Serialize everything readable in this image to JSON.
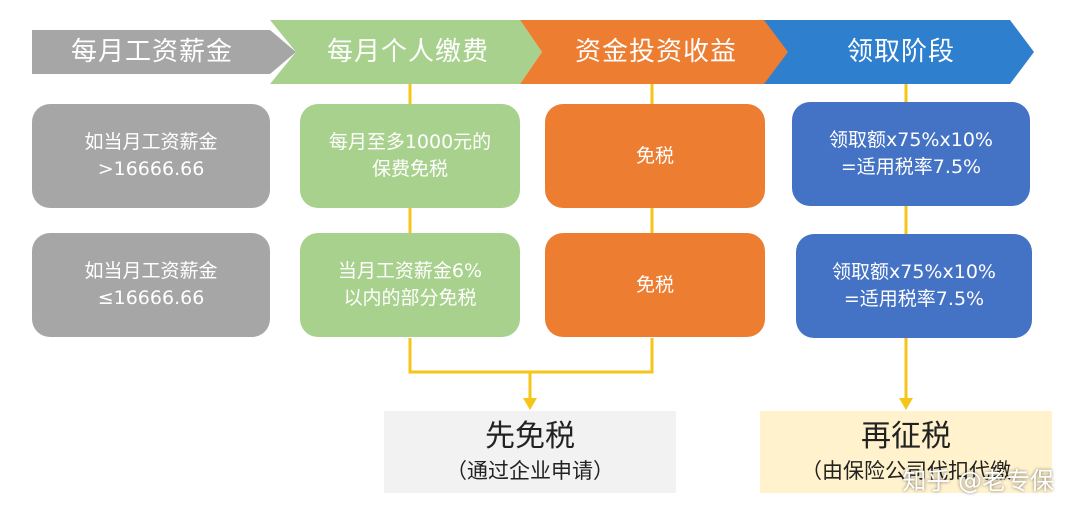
{
  "stages": [
    {
      "label": "每月工资薪金",
      "color": "#a6a6a6"
    },
    {
      "label": "每月个人缴费",
      "color": "#a9d18e"
    },
    {
      "label": "资金投资收益",
      "color": "#ed7d31"
    },
    {
      "label": "领取阶段",
      "color": "#2f7fcf"
    }
  ],
  "rows": [
    {
      "salary": {
        "line1": "如当月工资薪金",
        "line2": ">16666.66"
      },
      "contribution": {
        "line1": "每月至多1000元的",
        "line2": "保费免税"
      },
      "investment": {
        "line1": "免税"
      },
      "withdrawal": {
        "line1": "领取额x75%x10%",
        "line2": "=适用税率7.5%"
      }
    },
    {
      "salary": {
        "line1": "如当月工资薪金",
        "line2": "≤16666.66"
      },
      "contribution": {
        "line1": "当月工资薪金6%",
        "line2": "以内的部分免税"
      },
      "investment": {
        "line1": "免税"
      },
      "withdrawal": {
        "line1": "领取额x75%x10%",
        "line2": "=适用税率7.5%"
      }
    }
  ],
  "results": {
    "left": {
      "title": "先免税",
      "subtitle": "（通过企业申请）",
      "background": "#f2f2f2"
    },
    "right": {
      "title": "再征税",
      "subtitle": "（由保险公司代扣代缴",
      "background": "#fff2cc"
    }
  },
  "connector_color": "#f5c518",
  "watermark": "知乎 @老专保"
}
